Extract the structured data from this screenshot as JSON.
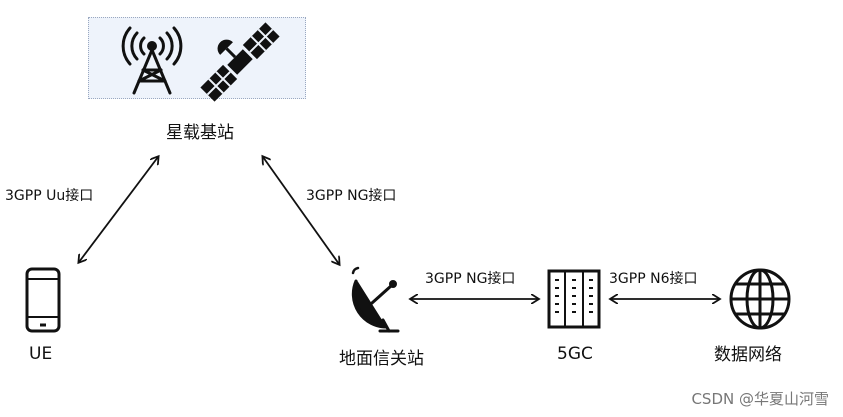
{
  "nodes": {
    "satellite_base_station": "星载基站",
    "ue": "UE",
    "ground_gateway": "地面信关站",
    "core_5gc": "5GC",
    "data_network": "数据网络"
  },
  "edges": {
    "uu": "3GPP Uu接口",
    "ng_sat": "3GPP NG接口",
    "ng_ground": "3GPP NG接口",
    "n6": "3GPP N6接口"
  },
  "watermark": "CSDN @华夏山河雪",
  "icons": [
    "antenna-tower-icon",
    "satellite-icon",
    "phone-icon",
    "satellite-dish-icon",
    "server-rack-icon",
    "globe-icon"
  ]
}
